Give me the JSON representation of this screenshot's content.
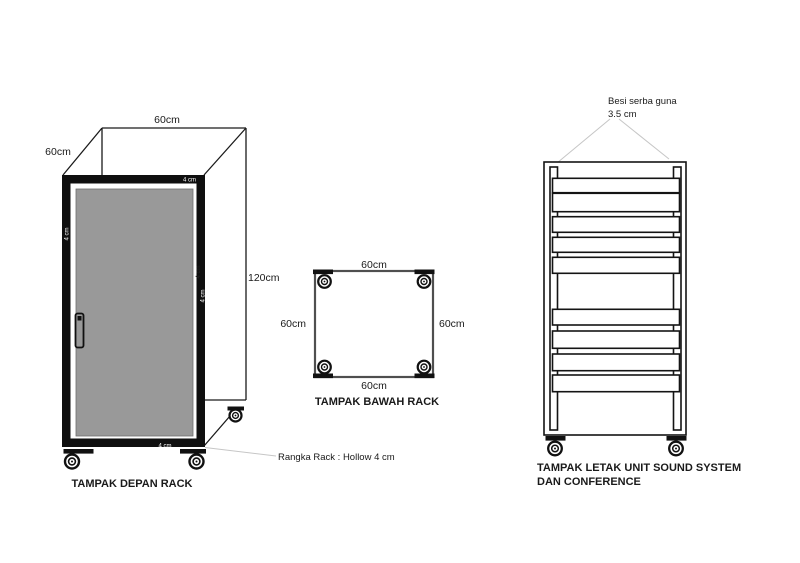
{
  "document": {
    "type": "technical-drawing",
    "language": "Indonesian"
  },
  "colors": {
    "line_black": "#1a1a1a",
    "frame_black": "#0f0f0f",
    "door_gray": "#999999",
    "bottom_frame_gray": "#4f4f4f",
    "leader_gray": "#c6c6c6",
    "background": "#ffffff"
  },
  "front_view": {
    "title": "TAMPAK DEPAN RACK",
    "dim_depth_top": "60cm",
    "dim_depth_left": "60cm",
    "dim_height": "120cm",
    "frame_label_top": "4 cm",
    "frame_label_left": "4 cm",
    "frame_label_right_inner": "4 cm",
    "frame_label_right_frame": "4 cm",
    "frame_label_bottom": "4 cm",
    "annotation": "Rangka Rack : Hollow 4 cm",
    "caster_count": 3
  },
  "bottom_view": {
    "title": "TAMPAK BAWAH RACK",
    "dim_top": "60cm",
    "dim_left": "60cm",
    "dim_right": "60cm",
    "dim_bottom": "60cm",
    "caster_count": 4
  },
  "layout_view": {
    "title_line1": "TAMPAK LETAK UNIT SOUND SYSTEM",
    "title_line2": "DAN CONFERENCE",
    "annotation_line1": "Besi serba guna",
    "annotation_line2": "3.5 cm",
    "shelf_count": 9,
    "caster_count": 2
  }
}
